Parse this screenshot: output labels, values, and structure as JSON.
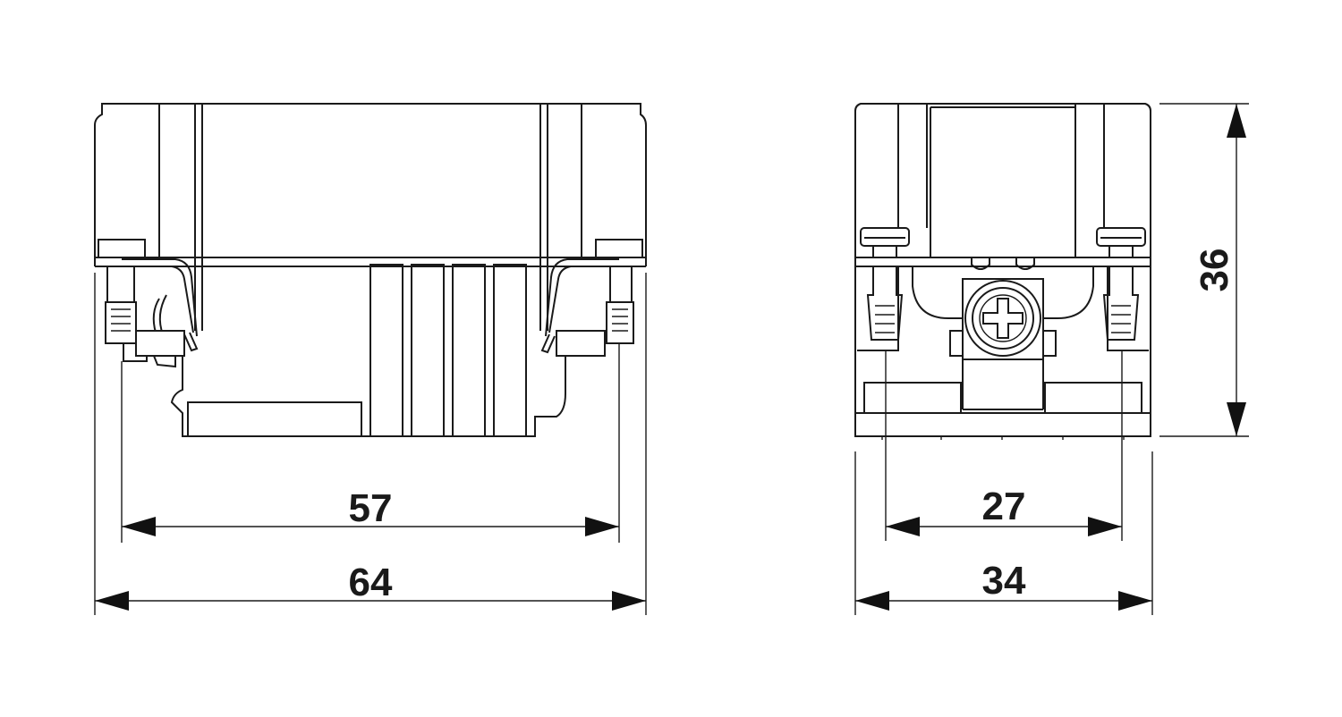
{
  "dimensions": {
    "front_inner_width": "57",
    "front_outer_width": "64",
    "side_inner_width": "27",
    "side_outer_width": "34",
    "side_height": "36"
  },
  "colors": {
    "line": "#1a1a1a",
    "background": "#ffffff"
  }
}
